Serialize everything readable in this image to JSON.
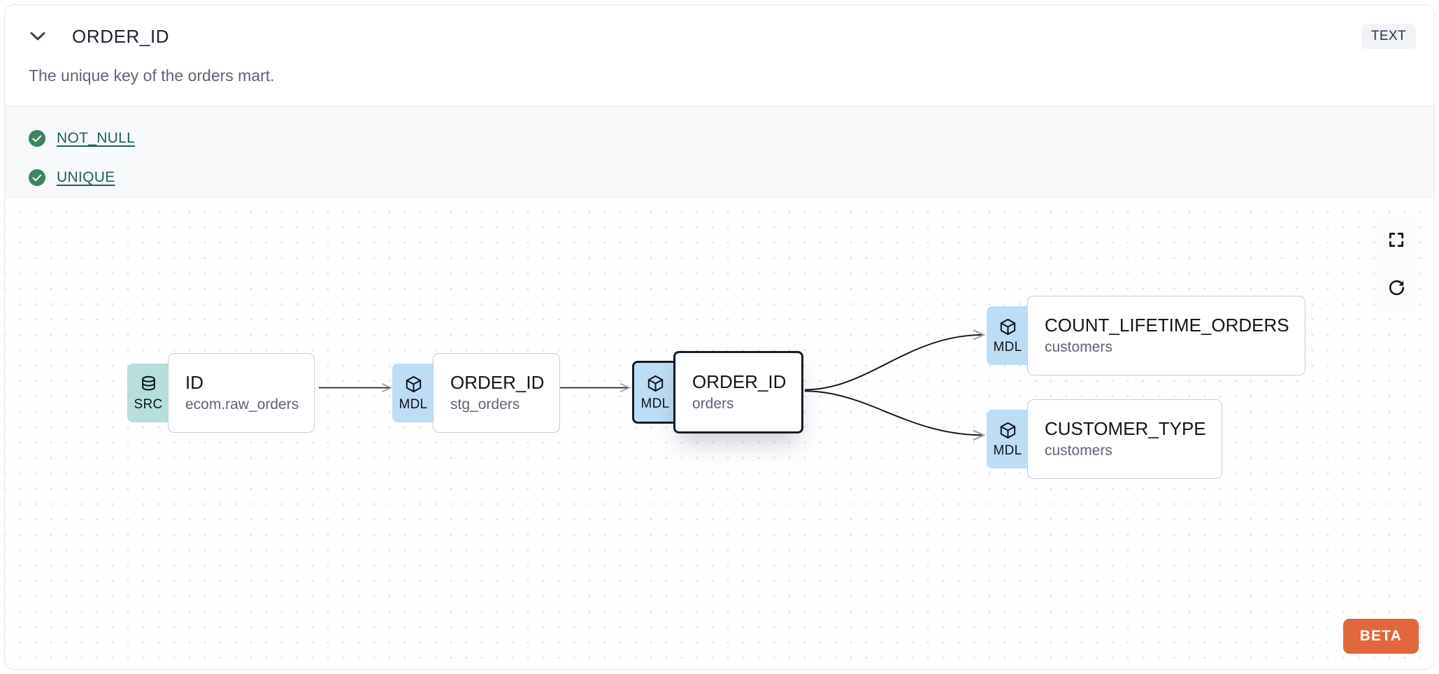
{
  "header": {
    "collapse_icon": "chevron-down-icon",
    "title": "ORDER_ID",
    "type_badge": "TEXT"
  },
  "description": "The unique key of the orders mart.",
  "tests": {
    "status_icon": "check-circle-icon",
    "items": [
      {
        "label": "NOT_NULL",
        "status": "pass"
      },
      {
        "label": "UNIQUE",
        "status": "pass"
      }
    ]
  },
  "lineage": {
    "nodes": [
      {
        "id": "src_id",
        "badge": "SRC",
        "badge_icon": "database-icon",
        "title": "ID",
        "subtitle": "ecom.raw_orders",
        "selected": false
      },
      {
        "id": "stg_order_id",
        "badge": "MDL",
        "badge_icon": "cube-icon",
        "title": "ORDER_ID",
        "subtitle": "stg_orders",
        "selected": false
      },
      {
        "id": "orders_order_id",
        "badge": "MDL",
        "badge_icon": "cube-icon",
        "title": "ORDER_ID",
        "subtitle": "orders",
        "selected": true
      },
      {
        "id": "count_lifetime",
        "badge": "MDL",
        "badge_icon": "cube-icon",
        "title": "COUNT_LIFETIME_ORDERS",
        "subtitle": "customers",
        "selected": false
      },
      {
        "id": "customer_type",
        "badge": "MDL",
        "badge_icon": "cube-icon",
        "title": "CUSTOMER_TYPE",
        "subtitle": "customers",
        "selected": false
      }
    ],
    "controls": [
      {
        "name": "fit-view-button",
        "icon": "fullscreen-icon"
      },
      {
        "name": "reset-button",
        "icon": "refresh-icon"
      }
    ],
    "beta_badge": "BETA"
  },
  "colors": {
    "src_badge": "#b6dedc",
    "mdl_badge": "#bfdcf5",
    "test_pass": "#39865f",
    "test_link": "#1f5e59",
    "beta": "#e2673c",
    "selected_border": "#171c26"
  }
}
